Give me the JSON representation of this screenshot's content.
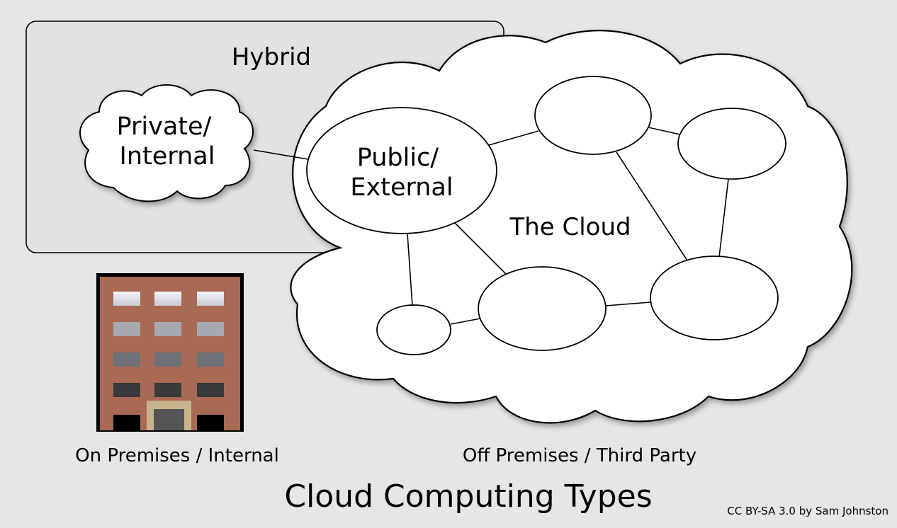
{
  "labels": {
    "hybrid": "Hybrid",
    "private_line1": "Private/",
    "private_line2": "Internal",
    "public_line1": "Public/",
    "public_line2": "External",
    "the_cloud": "The Cloud",
    "on_premises": "On Premises / Internal",
    "off_premises": "Off Premises / Third Party",
    "title": "Cloud Computing Types",
    "credit": "CC BY-SA 3.0 by Sam Johnston"
  },
  "colors": {
    "background": "#e6e6e6",
    "cloud_fill": "#ffffff",
    "stroke": "#000000",
    "building_wall": "#a86a55",
    "building_door_frame": "#c8b48a",
    "building_door": "#555555"
  },
  "icons": {
    "building": "office-building-icon",
    "cloud": "cloud-shape",
    "private_cloud": "small-cloud-shape"
  }
}
